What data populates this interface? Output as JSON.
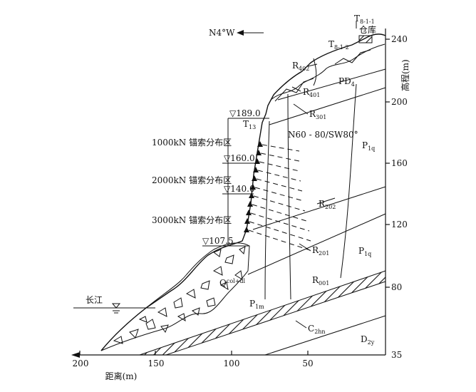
{
  "figure": {
    "direction_label": "N4°W",
    "north_label": "N60 - 80/SW80°",
    "x_axis": {
      "title": "距离(m)",
      "ticks": [
        "200",
        "150",
        "100",
        "50"
      ]
    },
    "y_axis": {
      "title": "高程(m)",
      "ticks": [
        "240",
        "200",
        "160",
        "120",
        "80",
        "35"
      ]
    },
    "river_label": "长江",
    "elevation_marks": [
      "▽189.0",
      "▽160.0",
      "▽140.0",
      "▽107.5"
    ],
    "anchor_zones": [
      "1000kN 锚索分布区",
      "2000kN 锚索分布区",
      "3000kN 锚索分布区"
    ],
    "warehouse_label": "仓库",
    "strata": {
      "T_8_1_1": {
        "base": "T",
        "sub": "8-1-1"
      },
      "T_8_1_2": {
        "base": "T",
        "sub": "8-1-2"
      },
      "R_402": {
        "base": "R",
        "sub": "402"
      },
      "R_401": {
        "base": "R",
        "sub": "401"
      },
      "PD_4": {
        "base": "PD",
        "sub": "4"
      },
      "R_301": {
        "base": "R",
        "sub": "301"
      },
      "T_13": {
        "base": "T",
        "sub": "13"
      },
      "P_1q_upper": {
        "base": "P",
        "sub": "1q"
      },
      "R_202": {
        "base": "R",
        "sub": "202"
      },
      "R_201": {
        "base": "R",
        "sub": "201"
      },
      "P_1q_lower": {
        "base": "P",
        "sub": "1q"
      },
      "Q_col_dl": {
        "base": "Q",
        "sub": "col+dl"
      },
      "R_001": {
        "base": "R",
        "sub": "001"
      },
      "P_1m": {
        "base": "P",
        "sub": "1m"
      },
      "C_2hn": {
        "base": "C",
        "sub": "2hn"
      },
      "D_2y": {
        "base": "D",
        "sub": "2y"
      }
    }
  }
}
